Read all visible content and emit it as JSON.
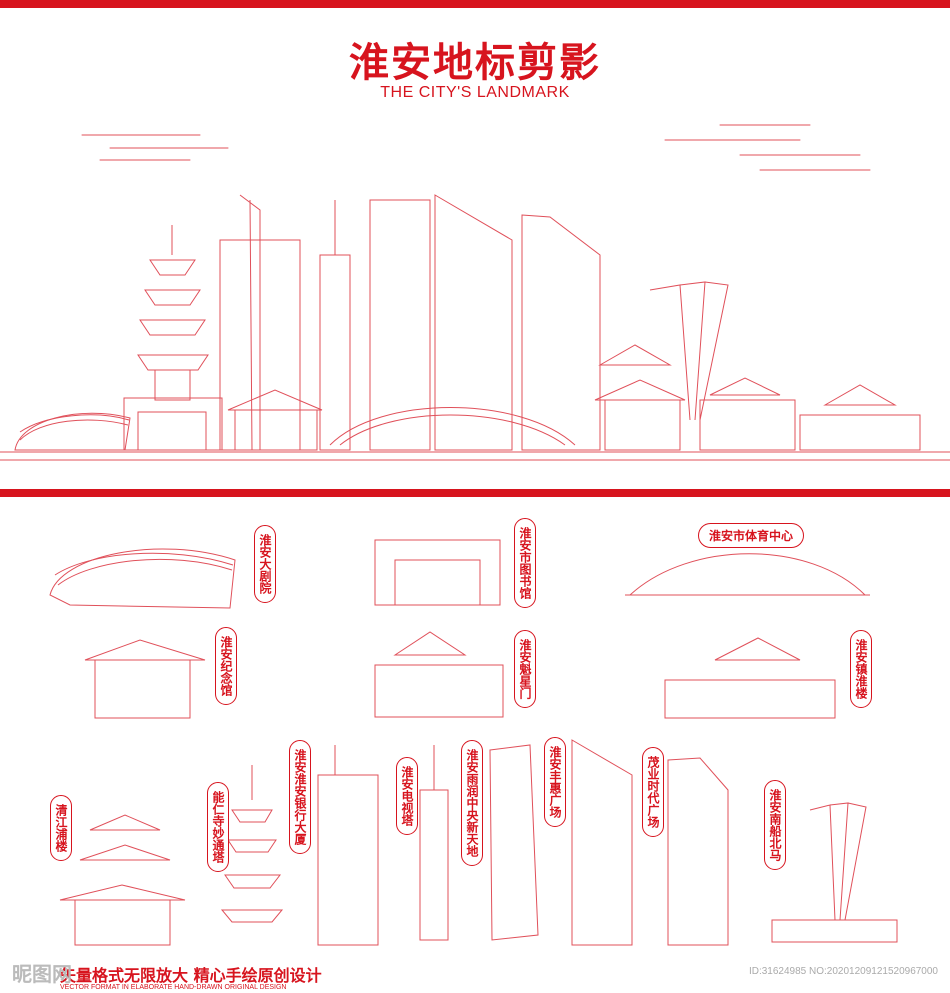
{
  "header": {
    "title": "淮安地标剪影",
    "subtitle": "THE CITY'S LANDMARK"
  },
  "labels": {
    "theatre": "淮安大剧院",
    "library": "淮安市图书馆",
    "stadium": "淮安市体育中心",
    "memorial": "淮安纪念馆",
    "kuixing": "淮安魁星门",
    "zhenhuai": "淮安镇淮楼",
    "qingjiang": "清江浦楼",
    "tongta": "能仁寺妙通塔",
    "bank": "淮安淮安银行大厦",
    "tvtower": "淮安电视塔",
    "yurun": "淮安雨润中央新天地",
    "fenghui": "淮安丰惠广场",
    "maoye": "茂业时代广场",
    "nanchuan": "淮安南船北马"
  },
  "footer": {
    "tagline": "矢量格式无限放大  精心手绘原创设计",
    "tagline_en": "VECTOR FORMAT IN ELABORATE HAND-DRAWN ORIGINAL DESIGN",
    "watermark": "昵图网",
    "id_text": "ID:31624985 NO:20201209121520967000"
  },
  "colors": {
    "accent": "#d7141e",
    "line": "#e0505a"
  }
}
